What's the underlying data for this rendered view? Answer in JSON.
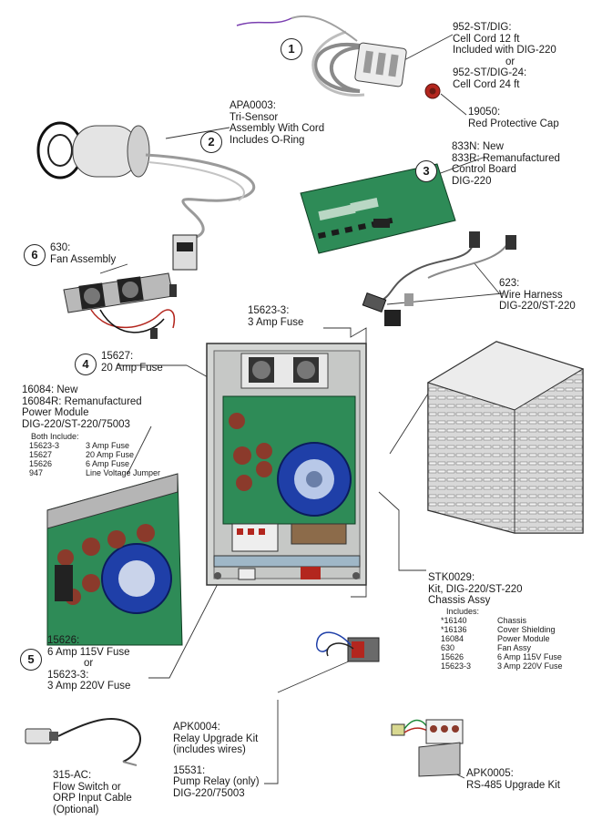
{
  "items": [
    {
      "badge": "1",
      "lines": [
        "952-ST/DIG:",
        "Cell Cord 12 ft",
        "Included with DIG-220",
        "or",
        "952-ST/DIG-24:",
        "Cell Cord 24 ft"
      ]
    },
    {
      "badge": "",
      "lines": [
        "19050:",
        "Red Protective Cap"
      ]
    },
    {
      "badge": "2",
      "lines": [
        "APA0003:",
        "Tri-Sensor",
        "Assembly With Cord",
        "Includes O-Ring"
      ]
    },
    {
      "badge": "3",
      "lines": [
        "833N: New",
        "833R: Remanufactured",
        "Control Board",
        "DIG-220"
      ]
    },
    {
      "badge": "6",
      "lines": [
        "630:",
        "Fan Assembly"
      ]
    },
    {
      "badge": "",
      "lines": [
        "623:",
        "Wire Harness",
        "DIG-220/ST-220"
      ]
    },
    {
      "badge": "",
      "lines": [
        "15623-3:",
        "3 Amp Fuse"
      ]
    },
    {
      "badge": "4",
      "lines": [
        "15627:",
        "20 Amp Fuse"
      ]
    },
    {
      "badge": "",
      "lines": [
        "16084: New",
        "16084R: Remanufactured",
        "Power Module",
        "DIG-220/ST-220/75003"
      ]
    },
    {
      "badge": "",
      "lines": [
        "STK0029:",
        "Kit, DIG-220/ST-220",
        "Chassis Assy"
      ]
    },
    {
      "badge": "5",
      "lines": [
        "15626:",
        "6 Amp 115V Fuse",
        "or",
        "15623-3:",
        "3 Amp 220V Fuse"
      ]
    },
    {
      "badge": "",
      "lines": [
        "APK0004:",
        "Relay Upgrade Kit",
        "(includes wires)",
        "",
        "15531:",
        "Pump Relay (only)",
        "DIG-220/75003"
      ]
    },
    {
      "badge": "",
      "lines": [
        "315-AC:",
        "Flow Switch or",
        "ORP Input Cable",
        "(Optional)"
      ]
    },
    {
      "badge": "",
      "lines": [
        "APK0005:",
        "RS-485 Upgrade Kit"
      ]
    }
  ],
  "power_module_includes": {
    "heading": "Both Include:",
    "rows": [
      [
        "15623-3",
        "3 Amp Fuse"
      ],
      [
        "15627",
        "20 Amp Fuse"
      ],
      [
        "15626",
        "6   Amp Fuse"
      ],
      [
        "947",
        "Line Voltage Jumper"
      ]
    ]
  },
  "chassis_includes": {
    "heading": "Includes:",
    "rows": [
      [
        "*16140",
        "Chassis"
      ],
      [
        "*16136",
        "Cover Shielding"
      ],
      [
        "16084",
        "Power Module"
      ],
      [
        "630",
        "Fan Assy"
      ],
      [
        "15626",
        "6 Amp 115V Fuse"
      ],
      [
        "15623-3",
        "3 Amp 220V Fuse"
      ]
    ]
  },
  "colors": {
    "board": "#2e8b57",
    "chassis": "#c9cbc9",
    "transformer": "#1f3fa8",
    "fuse": "#8b3a2b",
    "cap": "#b3261e"
  }
}
